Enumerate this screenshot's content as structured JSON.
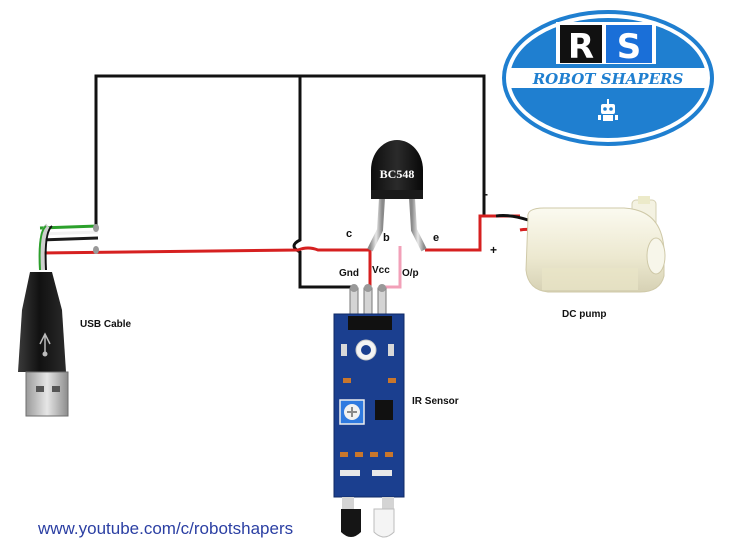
{
  "logo": {
    "monogram_left": "R",
    "monogram_right": "S",
    "brand": "ROBOT SHAPERS"
  },
  "transistor": {
    "marking": "BC548",
    "pins": {
      "c": "c",
      "b": "b",
      "e": "e"
    }
  },
  "sensor": {
    "pins": {
      "gnd": "Gnd",
      "vcc": "Vcc",
      "out": "O/p"
    },
    "label": "IR Sensor"
  },
  "pump": {
    "label": "DC pump",
    "neg": "-",
    "pos": "+"
  },
  "usb": {
    "label": "USB Cable"
  },
  "footer": {
    "url": "www.youtube.com/c/robotshapers"
  },
  "colors": {
    "wire_black": "#111111",
    "wire_red": "#d62020",
    "wire_pink": "#f2a0b8",
    "pcb": "#1b3f8f",
    "logo_blue": "#1f7fd0",
    "url": "#2b3fa3"
  }
}
